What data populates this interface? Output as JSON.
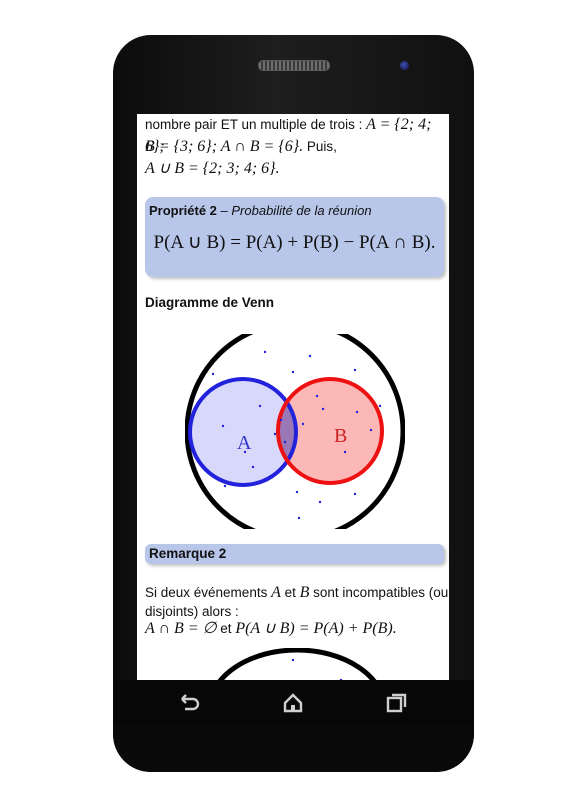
{
  "content": {
    "line1_text": "nombre pair ET un multiple de trois : ",
    "line1_math": "A = {2; 4; 6};",
    "line2_math": "B = {3; 6}; A ∩ B = {6}.",
    "line2_text": " Puis,",
    "line3_math": "A ∪ B = {2; 3; 4; 6}.",
    "property": {
      "label": "Propriété 2",
      "sep": " – ",
      "subtitle": "Probabilité de la réunion",
      "formula": "P(A ∪ B) = P(A) + P(B) − P(A ∩ B)."
    },
    "venn_heading": "Diagramme de Venn",
    "venn": {
      "label_a": "A",
      "label_b": "B",
      "color_a": "#2222dd",
      "color_b": "#ee1111"
    },
    "remark": {
      "label": "Remarque 2",
      "text1": "Si deux événements ",
      "math_a": "A",
      "text_et": " et ",
      "math_b": "B",
      "text2": " sont incompatibles (ou",
      "text3": "disjoints) alors :",
      "math_line1": "A ∩ B = ∅",
      "text_et2": " et ",
      "math_line2": "P(A ∪ B) = P(A) + P(B)."
    }
  },
  "nav": {
    "back_icon": "back-arrow-icon",
    "home_icon": "home-icon",
    "recent_icon": "recent-apps-icon"
  }
}
